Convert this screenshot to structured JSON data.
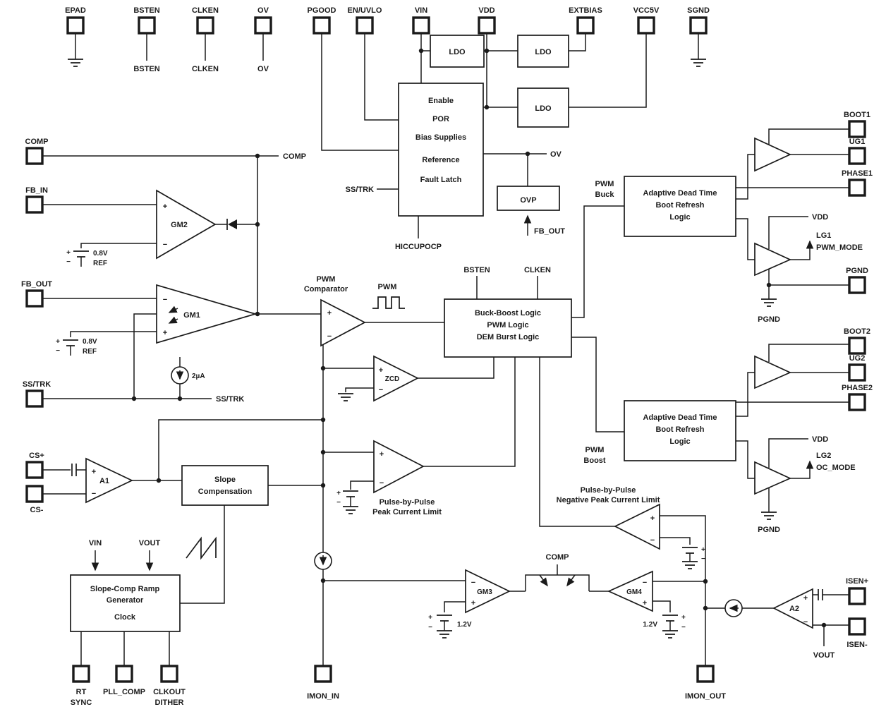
{
  "symbols": {
    "plus": "+",
    "minus": "−"
  },
  "pins": {
    "top": [
      {
        "label": "EPAD"
      },
      {
        "label": "BSTEN",
        "sub": "BSTEN"
      },
      {
        "label": "CLKEN",
        "sub": "CLKEN"
      },
      {
        "label": "OV",
        "sub": "OV"
      },
      {
        "label": "PGOOD"
      },
      {
        "label": "EN/UVLO"
      },
      {
        "label": "VIN"
      },
      {
        "label": "VDD"
      },
      {
        "label": "EXTBIAS"
      },
      {
        "label": "VCC5V"
      },
      {
        "label": "SGND"
      }
    ],
    "left": [
      {
        "label": "COMP"
      },
      {
        "label": "FB_IN"
      },
      {
        "label": "FB_OUT"
      },
      {
        "label": "SS/TRK"
      },
      {
        "label": "CS+"
      },
      {
        "label": "CS-"
      }
    ],
    "right": [
      {
        "label": "BOOT1"
      },
      {
        "label": "UG1"
      },
      {
        "label": "PHASE1"
      },
      {
        "label": "PGND"
      },
      {
        "label": "BOOT2"
      },
      {
        "label": "UG2"
      },
      {
        "label": "PHASE2"
      },
      {
        "label": "ISEN+"
      },
      {
        "label": "ISEN-"
      }
    ],
    "bottom": [
      {
        "label": "RT",
        "sub": "SYNC"
      },
      {
        "label": "PLL_COMP"
      },
      {
        "label": "CLKOUT",
        "sub": "DITHER"
      },
      {
        "label": "IMON_IN"
      },
      {
        "label": "IMON_OUT"
      }
    ]
  },
  "blocks": {
    "ldo1": {
      "title": "LDO"
    },
    "ldo2": {
      "title": "LDO"
    },
    "ldo3": {
      "title": "LDO"
    },
    "enable": {
      "lines": [
        "Enable",
        "POR",
        "Bias Supplies",
        "Reference",
        "Fault Latch"
      ]
    },
    "ovp": {
      "title": "OVP"
    },
    "buck_boost_logic": {
      "lines": [
        "Buck-Boost Logic",
        "PWM Logic",
        "DEM Burst Logic"
      ]
    },
    "adaptive_dead_time_1": {
      "lines": [
        "Adaptive Dead Time",
        "Boot Refresh",
        "Logic"
      ]
    },
    "adaptive_dead_time_2": {
      "lines": [
        "Adaptive Dead Time",
        "Boot Refresh",
        "Logic"
      ]
    },
    "slope_compensation": {
      "lines": [
        "Slope",
        "Compensation"
      ]
    },
    "ramp_generator": {
      "lines": [
        "Slope-Comp Ramp",
        "Generator",
        "Clock"
      ]
    }
  },
  "amps": {
    "gm1": "GM1",
    "gm2": "GM2",
    "gm3": "GM3",
    "gm4": "GM4",
    "a1": "A1",
    "a2": "A2",
    "zcd": "ZCD"
  },
  "signals": {
    "comp": "COMP",
    "pwm_comparator": [
      "PWM",
      "Comparator"
    ],
    "pwm": "PWM",
    "ss_trk_node": "SS/TRK",
    "ss_trk_enable": "SS/TRK",
    "hiccup": "HICCUPOCP",
    "ov": "OV",
    "fb_out_ovp": "FB_OUT",
    "bsten": "BSTEN",
    "clken": "CLKEN",
    "pwm_buck": [
      "PWM",
      "Buck"
    ],
    "pwm_boost": [
      "PWM",
      "Boost"
    ],
    "vdd_1": "VDD",
    "vdd_2": "VDD",
    "pgnd_1": "PGND",
    "pgnd_2": "PGND",
    "lg1": "LG1",
    "pwm_mode": "PWM_MODE",
    "lg2": "LG2",
    "oc_mode": "OC_MODE",
    "comp_mirror": "COMP",
    "vin_ramp": "VIN",
    "vout_ramp": "VOUT",
    "vout_sense": "VOUT",
    "peak_limit": [
      "Pulse-by-Pulse",
      "Peak Current Limit"
    ],
    "neg_peak_limit": [
      "Pulse-by-Pulse",
      "Negative Peak Current Limit"
    ]
  },
  "refs": {
    "ref1": [
      "0.8V",
      "REF"
    ],
    "ref2": [
      "0.8V",
      "REF"
    ],
    "bias_2ua": "2µA",
    "v12_a": "1.2V",
    "v12_b": "1.2V"
  }
}
